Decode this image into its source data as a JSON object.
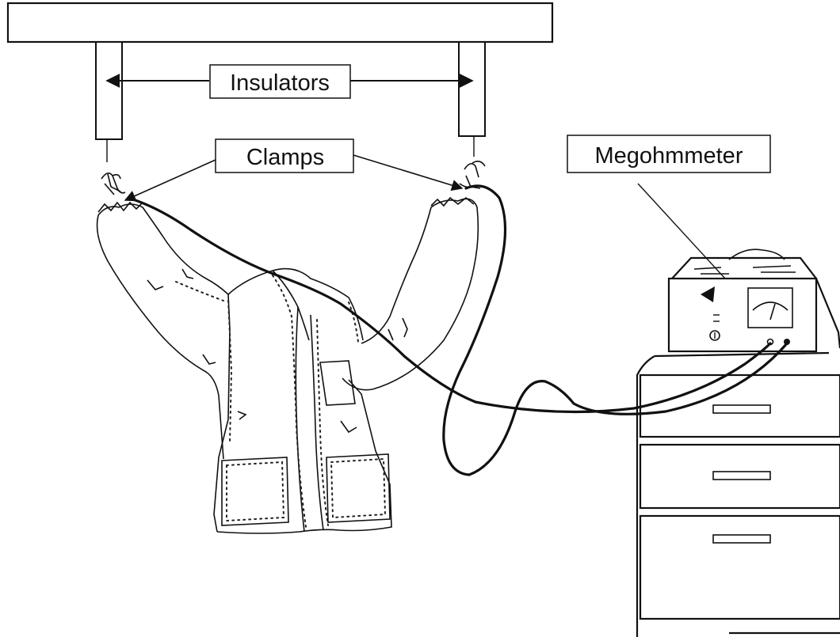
{
  "labels": {
    "insulators": "Insulators",
    "clamps": "Clamps",
    "megohmmeter": "Megohmmeter"
  },
  "icons": [
    "arrow-left-icon",
    "arrow-right-icon",
    "meter-gauge-icon",
    "dial-knob-icon"
  ]
}
